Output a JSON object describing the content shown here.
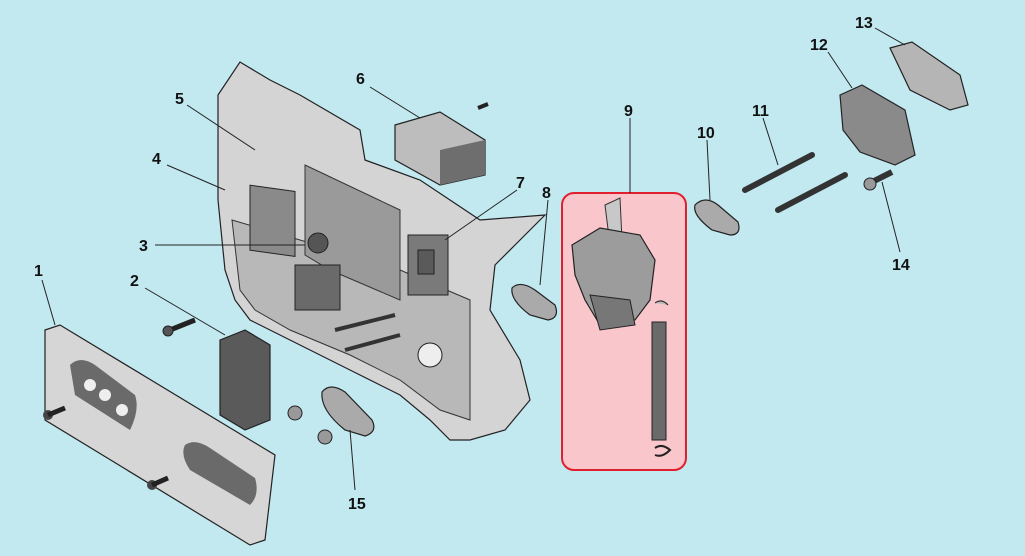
{
  "diagram": {
    "callouts": [
      {
        "id": "1",
        "label": "1"
      },
      {
        "id": "2",
        "label": "2"
      },
      {
        "id": "3",
        "label": "3"
      },
      {
        "id": "4",
        "label": "4"
      },
      {
        "id": "5",
        "label": "5"
      },
      {
        "id": "6",
        "label": "6"
      },
      {
        "id": "7",
        "label": "7"
      },
      {
        "id": "8",
        "label": "8"
      },
      {
        "id": "9",
        "label": "9"
      },
      {
        "id": "10",
        "label": "10"
      },
      {
        "id": "11",
        "label": "11"
      },
      {
        "id": "12",
        "label": "12"
      },
      {
        "id": "13",
        "label": "13"
      },
      {
        "id": "14",
        "label": "14"
      },
      {
        "id": "15",
        "label": "15"
      }
    ],
    "colors": {
      "background": "#c2e8f0",
      "highlight_fill": "#f8c6cb",
      "highlight_border": "#e0202c",
      "part_fill": "#d2d2d2",
      "part_dark": "#7a7a7a"
    }
  }
}
